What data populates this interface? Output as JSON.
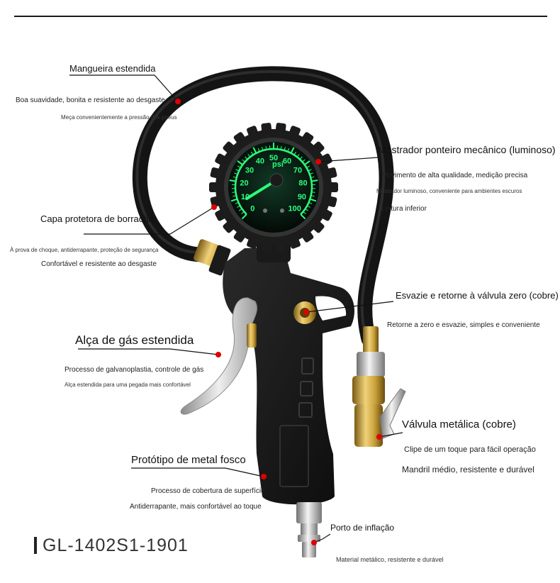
{
  "model_code": "GL-1402S1-1901",
  "gauge": {
    "unit": "psi",
    "scale": [
      "0",
      "10",
      "20",
      "30",
      "40",
      "50",
      "60",
      "70",
      "80",
      "90",
      "100"
    ]
  },
  "callouts": {
    "hose": {
      "title": "Mangueira estendida",
      "lines": [
        "Boa suavidade, bonita e resistente ao desgaste",
        "Meça convenientemente a pressão dos pneus"
      ]
    },
    "dial": {
      "title": "Mostrador ponteiro mecânico (luminoso)",
      "lines": [
        "Movimento de alta qualidade, medição precisa",
        "Mostrador luminoso, conveniente para ambientes escuros",
        "Leitura inferior"
      ]
    },
    "cover": {
      "title": "Capa protetora de borracha",
      "lines": [
        "À prova de choque, antiderrapante, proteção de segurança",
        "Confortável e resistente ao desgaste"
      ]
    },
    "zero": {
      "title": "Esvazie e retorne à válvula zero (cobre)",
      "lines": [
        "Retorne a zero e esvazie, simples e conveniente"
      ]
    },
    "handle": {
      "title": "Alça de gás estendida",
      "lines": [
        "Processo de galvanoplastia, controle de gás",
        "Alça estendida para uma pegada mais confortável"
      ]
    },
    "valve": {
      "title": "Válvula metálica (cobre)",
      "lines": [
        "Clipe de um toque para fácil operação",
        "Mandril médio, resistente e durável"
      ]
    },
    "body": {
      "title": "Protótipo de metal fosco",
      "lines": [
        "Processo de cobertura de superfície",
        "Antiderrapante, mais confortável ao toque"
      ]
    },
    "port": {
      "title": "Porto de inflação",
      "lines": [
        "Material metálico, resistente e durável"
      ]
    }
  },
  "colors": {
    "dot": "#e00000",
    "glow": "#2bff7a",
    "brass": "#c9a23b",
    "rubber": "#1c1c1c"
  }
}
